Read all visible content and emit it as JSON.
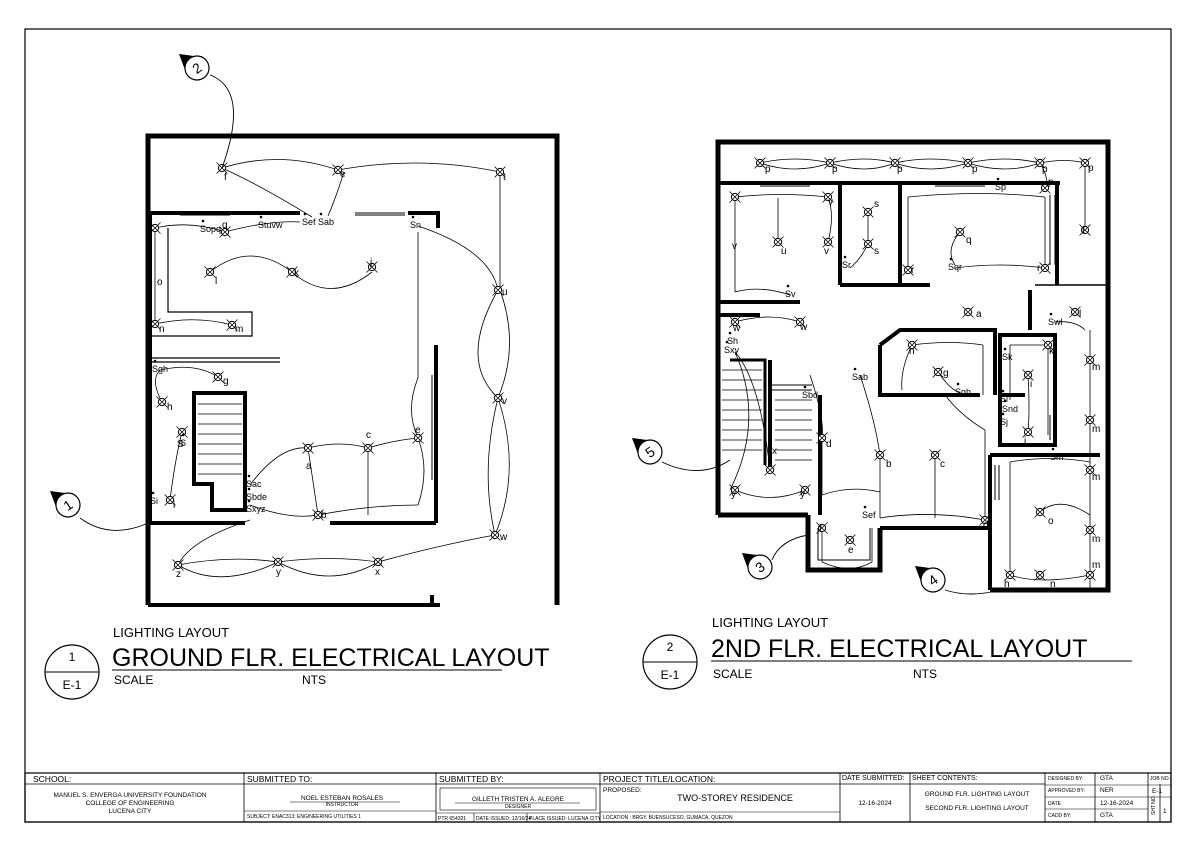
{
  "drawings": [
    {
      "number": "1",
      "sheet": "E-1",
      "subtitle": "LIGHTING LAYOUT",
      "title": "GROUND FLR. ELECTRICAL LAYOUT",
      "scale_label": "SCALE",
      "scale_value": "NTS"
    },
    {
      "number": "2",
      "sheet": "E-1",
      "subtitle": "LIGHTING LAYOUT",
      "title": "2ND FLR. ELECTRICAL LAYOUT",
      "scale_label": "SCALE",
      "scale_value": "NTS"
    }
  ],
  "section_markers": [
    "1",
    "2",
    "3",
    "4",
    "5"
  ],
  "ground_floor": {
    "fixture_labels": [
      "f",
      "e",
      "t",
      "q",
      "u",
      "l",
      "k",
      "j",
      "o",
      "m",
      "n",
      "g",
      "h",
      "v",
      "c",
      "a",
      "e",
      "S",
      "i",
      "w",
      "b",
      "z",
      "y",
      "x"
    ],
    "switch_labels": [
      "Sef",
      "Sab",
      "Stuvw",
      "Sgh",
      "Sac",
      "Sbde",
      "Sxyz",
      "Si",
      "Sn",
      "S",
      "Sopq"
    ]
  },
  "second_floor": {
    "fixture_labels": [
      "p",
      "p",
      "p",
      "p",
      "p",
      "p",
      "p",
      "v",
      "v",
      "v",
      "u",
      "s",
      "s",
      "r",
      "r",
      "q",
      "t",
      "a",
      "w",
      "w",
      "l",
      "h",
      "g",
      "i",
      "k",
      "j",
      "b",
      "c",
      "x",
      "d",
      "d",
      "y",
      "y",
      "m",
      "m",
      "m",
      "m",
      "m",
      "n",
      "h",
      "o",
      "e",
      "f"
    ],
    "switch_labels": [
      "Sv",
      "Sr",
      "Sqr",
      "Sxy",
      "Swl",
      "Sh",
      "Sbd",
      "Sab",
      "Sgh",
      "Sm",
      "Snd",
      "Sl",
      "Sj",
      "Sk",
      "Sp",
      "Sef"
    ]
  },
  "title_block": {
    "school_header": "SCHOOL:",
    "school_lines": [
      "MANUEL S. ENVERGA UNIVERSITY FOUNDATION",
      "COLLEGE OF ENGINEERING",
      "LUCENA CITY"
    ],
    "submitted_to_header": "SUBMITTED TO:",
    "submitted_to_name": "NOEL ESTEBAN ROSALES",
    "submitted_to_role": "INSTRUCTOR",
    "subject": "SUBJECT: ENAC313: ENGINEERING UTILITIES 1",
    "submitted_by_header": "SUBMITTED BY:",
    "submitted_by_name": "GILLETH TRISTEN A. ALEGRE",
    "submitted_by_role": "DESIGNER",
    "ptr": "PTR 654321",
    "date_issued": "DATE ISSUED: 12/16/24",
    "place_issued": "PLACE ISSUED: LUCENA CITY",
    "project_header": "PROJECT TITLE/LOCATION:",
    "proposed_label": "PROPOSED:",
    "project_name": "TWO-STOREY RESIDENCE",
    "location": "LOCATION : BRGY. BUENSUCESO, GUMACA, QUEZON",
    "date_submitted_header": "DATE SUBMITTED:",
    "date_submitted": "12-16-2024",
    "sheet_contents_header": "SHEET CONTENTS:",
    "sheet_contents": [
      "GROUND FLR. LIGHTING LAYOUT",
      "SECOND FLR. LIGHTING LAYOUT"
    ],
    "designed_by_label": "DESIGNED BY:",
    "designed_by": "GTA",
    "approved_by_label": "APPROVED BY:",
    "approved_by": "NER",
    "date_label": "DATE",
    "date": "12-16-2024",
    "cadd_by_label": "CADD BY:",
    "cadd_by": "GTA",
    "job_no_label": "JOB NO.",
    "job_no": "E-1",
    "sheet_no_label": "SHT NO.",
    "sheet_no": "1"
  }
}
